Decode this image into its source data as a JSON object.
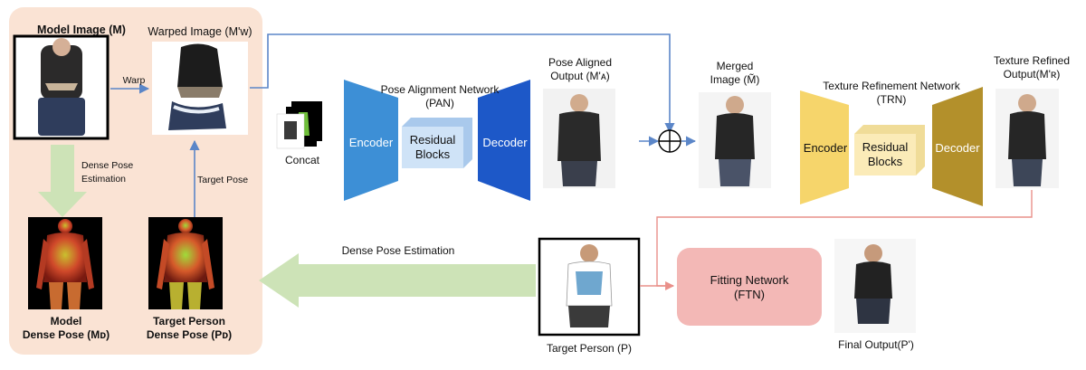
{
  "left_panel": {
    "model_image_title": "Model Image (M)",
    "warped_image_title": "Warped Image (M'w)",
    "warp_label": "Warp",
    "dense_pose_estimation_label": "Dense Pose\nEstimation",
    "target_pose_label": "Target Pose",
    "model_dense_pose_label": "Model\nDense Pose (Mᴅ)",
    "target_person_dense_pose_label": "Target Person\nDense Pose (Pᴅ)"
  },
  "concat_label": "Concat",
  "pan": {
    "title": "Pose Alignment Network\n(PAN)",
    "encoder": "Encoder",
    "residual": "Residual\nBlocks",
    "decoder": "Decoder"
  },
  "pose_aligned_label": "Pose Aligned\nOutput (M'ᴀ)",
  "merged_label": "Merged\nImage (M̃)",
  "trn": {
    "title": "Texture Refinement Network\n(TRN)",
    "encoder": "Encoder",
    "residual": "Residual\nBlocks",
    "decoder": "Decoder"
  },
  "texture_refined_label": "Texture Refined\nOutput(M'ʀ)",
  "dense_pose_estimation_arrow_label": "Dense Pose Estimation",
  "target_person_label": "Target Person (P)",
  "ftn": {
    "label": "Fitting Network\n(FTN)"
  },
  "final_output_label": "Final Output(P')",
  "colors": {
    "panel_bg": "#fae3d4",
    "pan_encoder": "#3d8fd6",
    "pan_residual": "#cfe3f7",
    "pan_decoder": "#1d58c8",
    "trn_encoder": "#f6d56b",
    "trn_residual": "#fbebb8",
    "trn_decoder": "#b3902b",
    "ftn": "#f3b8b6",
    "blue_arrow": "#5b86c8",
    "green_arrow": "#cde3b7",
    "red_line": "#e9908a"
  }
}
